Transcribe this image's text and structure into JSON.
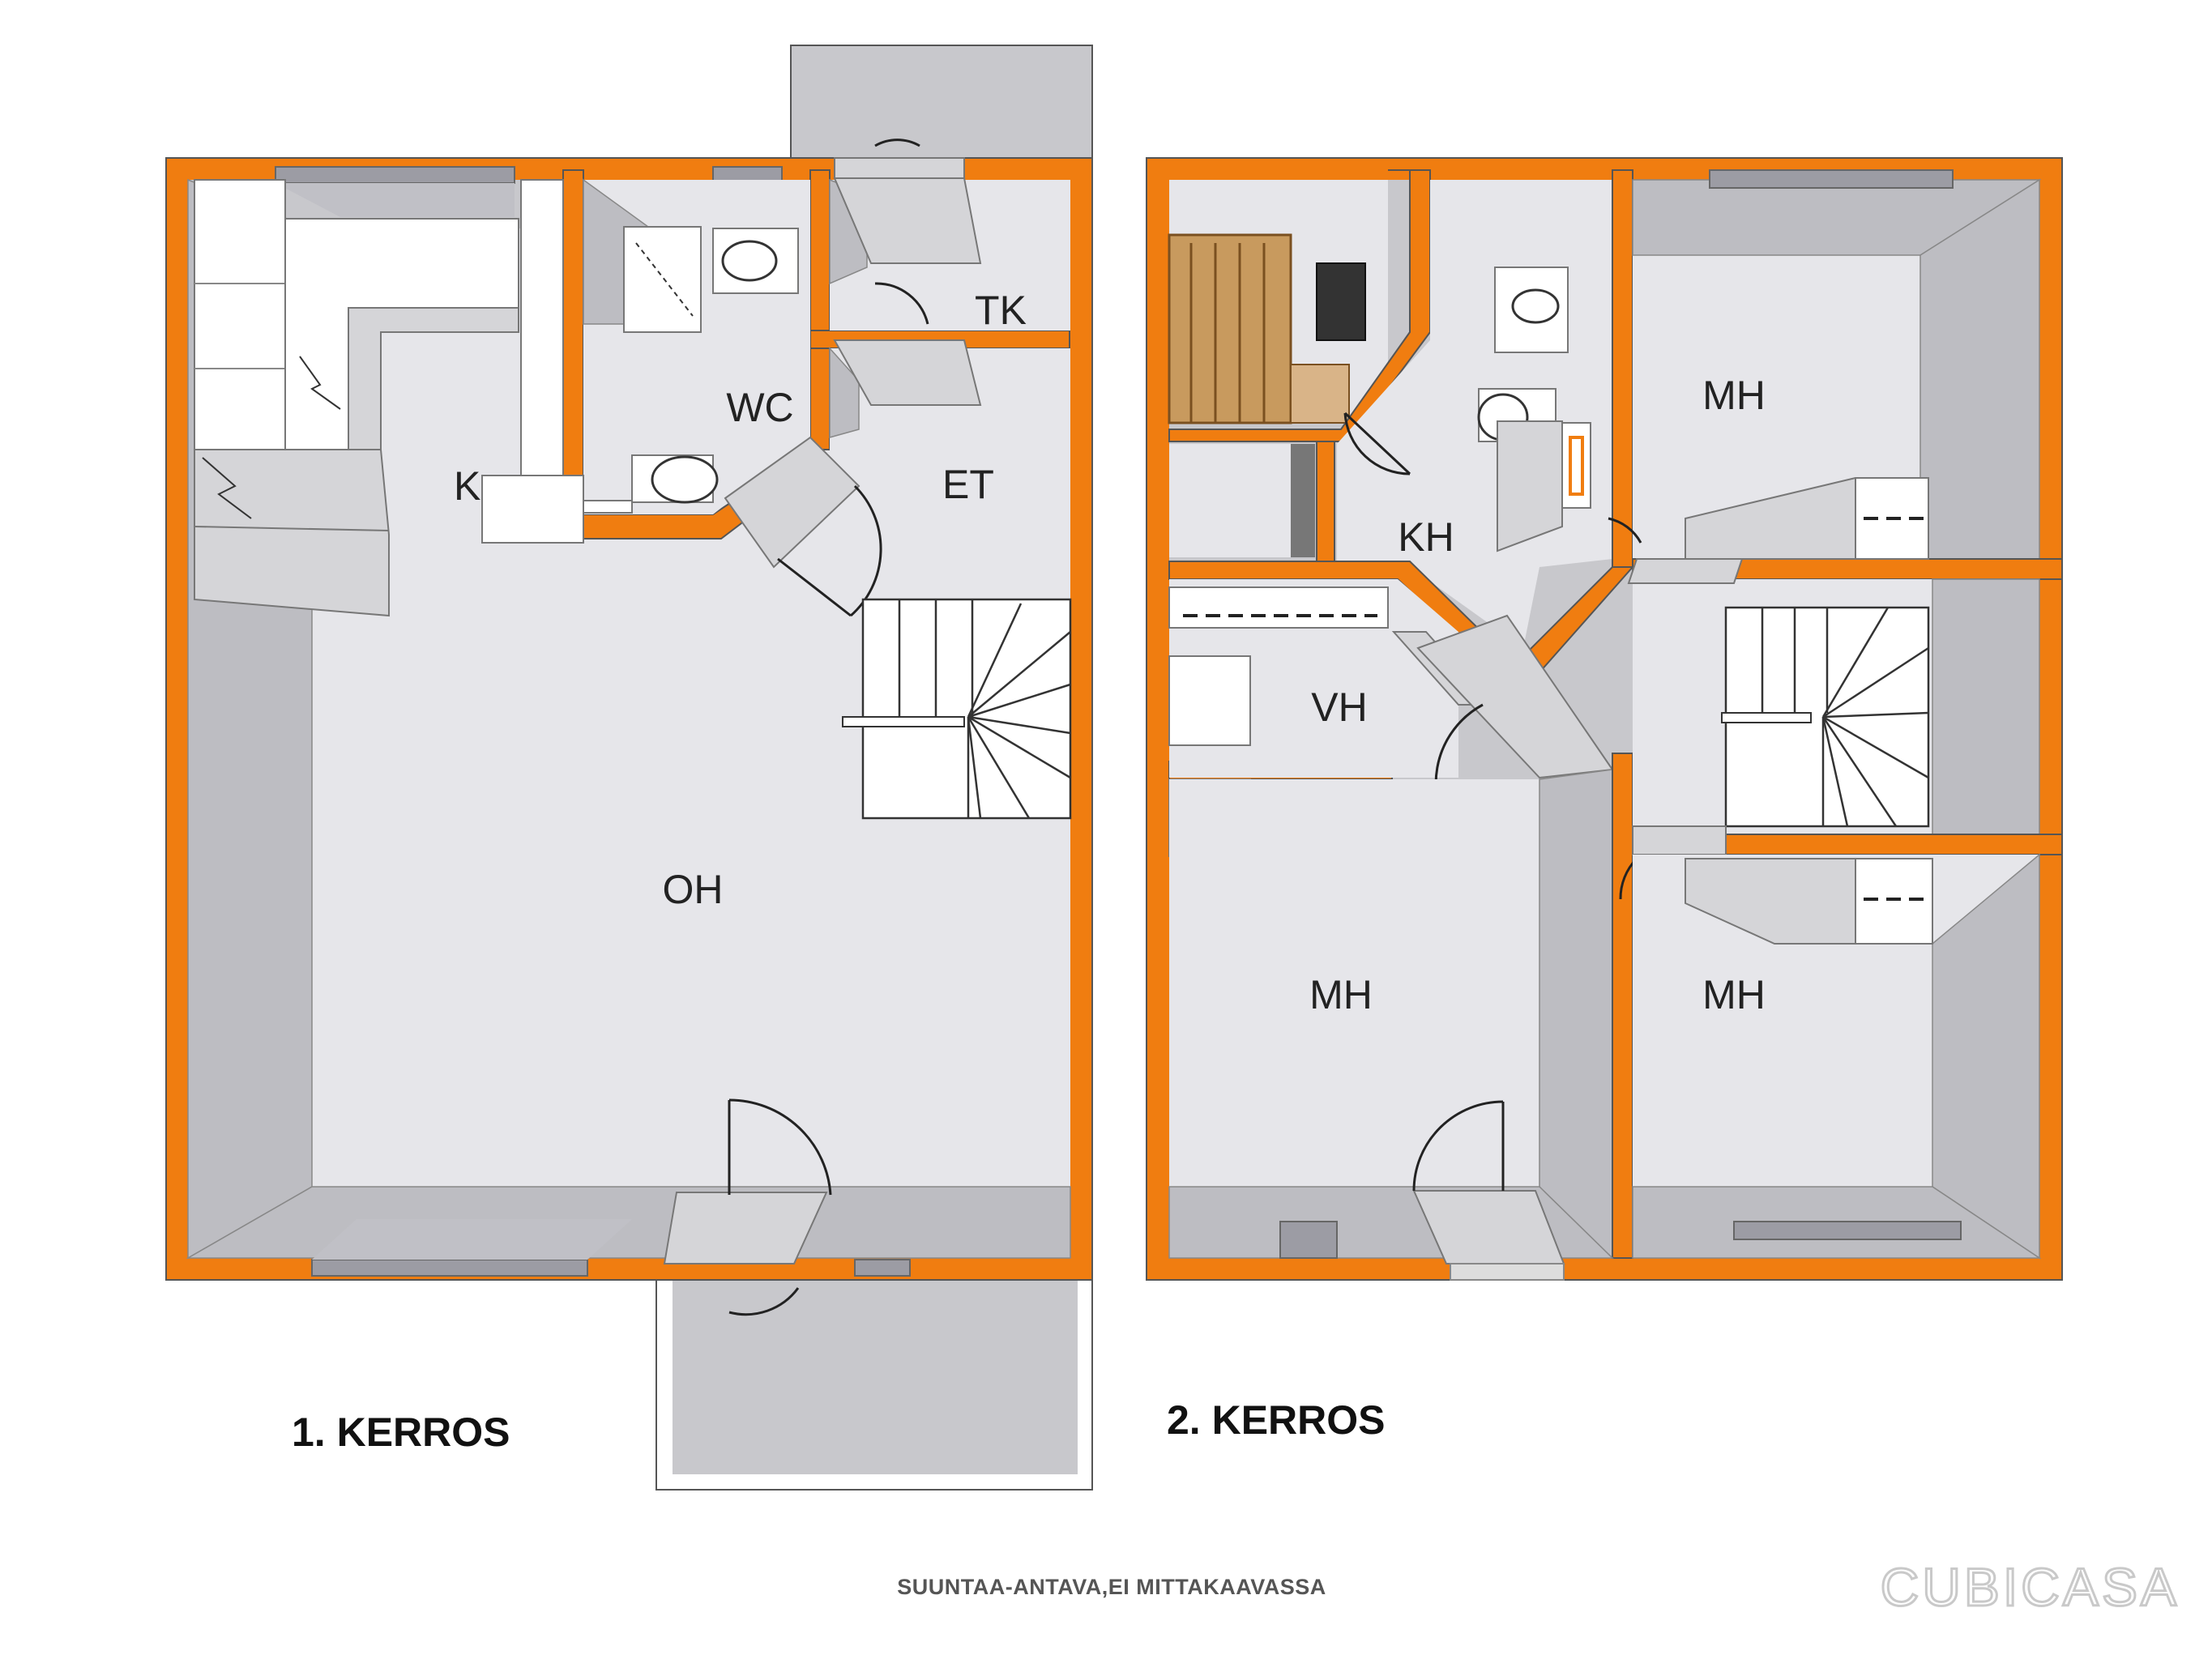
{
  "floors": [
    {
      "title": "1. KERROS",
      "rooms": [
        {
          "code": "K"
        },
        {
          "code": "WC"
        },
        {
          "code": "TK"
        },
        {
          "code": "ET"
        },
        {
          "code": "OH"
        }
      ]
    },
    {
      "title": "2. KERROS",
      "rooms": [
        {
          "code": "KH"
        },
        {
          "code": "MH"
        },
        {
          "code": "VH"
        },
        {
          "code": "MH"
        },
        {
          "code": "MH"
        }
      ]
    }
  ],
  "footer": {
    "disclaimer": "SUUNTAA-ANTAVA,EI MITTAKAAVASSA",
    "brand": "CUBICASA"
  },
  "colors": {
    "wall": "#f07d10",
    "floor": "#e6e6ea",
    "wall_inner": "#c8c8cc"
  }
}
